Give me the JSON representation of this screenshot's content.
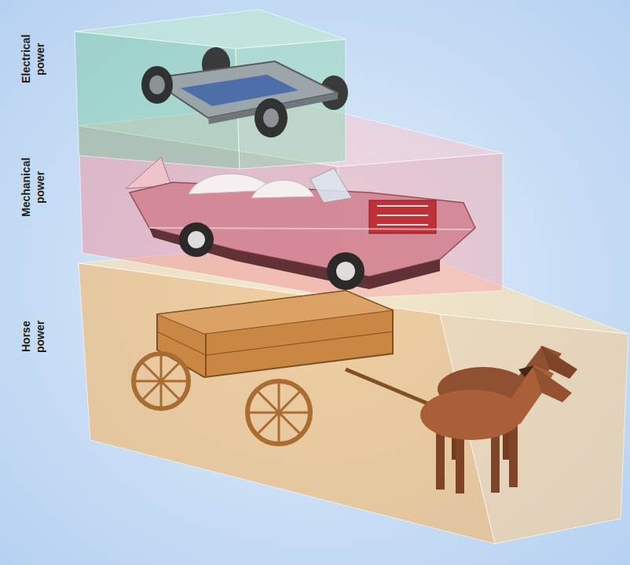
{
  "diagram": {
    "nodes": [
      {
        "text": [
          "Electrical power"
        ]
      },
      {
        "text": [
          "Mechanical power"
        ]
      },
      {
        "text": [
          "Horse power"
        ]
      }
    ]
  }
}
